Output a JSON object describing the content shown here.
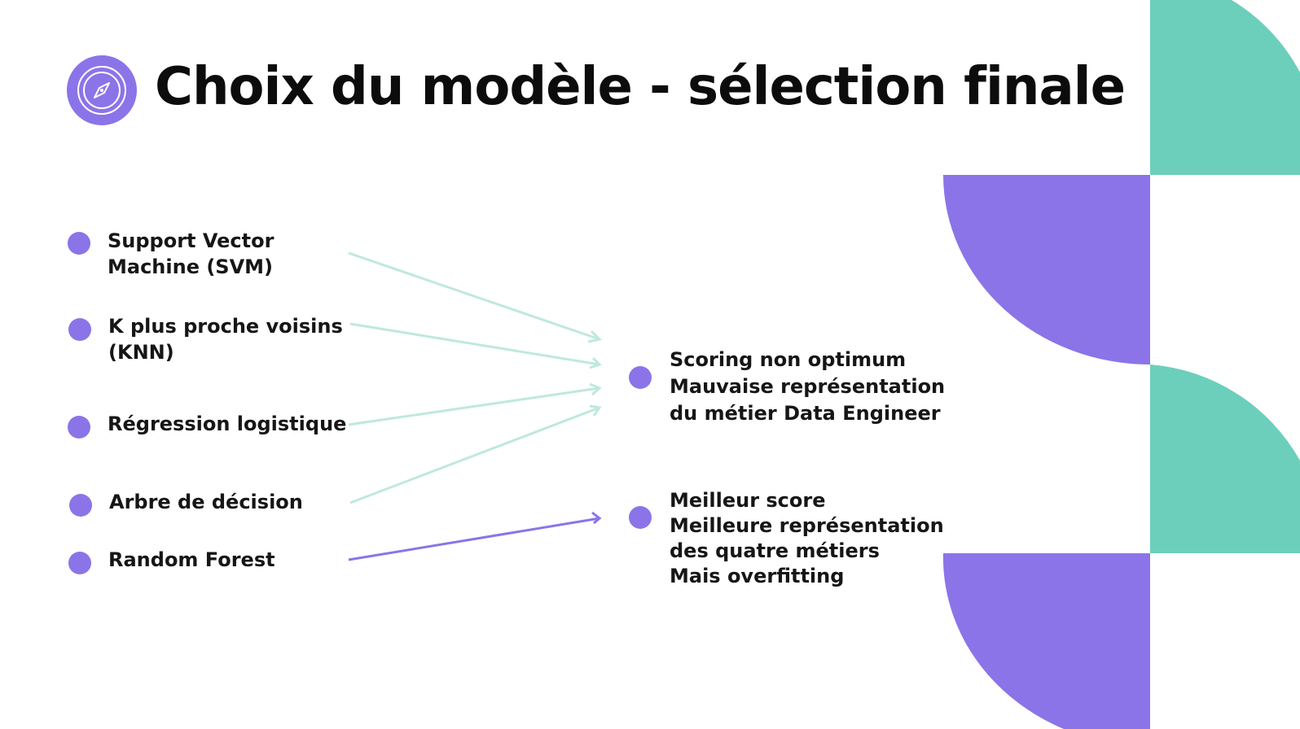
{
  "slide": {
    "title": "Choix du modèle - sélection finale",
    "logo_icon": "compass-icon"
  },
  "models": [
    {
      "lines": [
        "Support Vector",
        "Machine (SVM)"
      ],
      "target": "r1"
    },
    {
      "lines": [
        "K plus proche voisins",
        "(KNN)"
      ],
      "target": "r1"
    },
    {
      "lines": [
        "Régression logistique"
      ],
      "target": "r1"
    },
    {
      "lines": [
        "Arbre de décision"
      ],
      "target": "r1"
    },
    {
      "lines": [
        "Random Forest"
      ],
      "target": "r2"
    }
  ],
  "results": [
    {
      "id": "r1",
      "lines": [
        "Scoring non optimum",
        "Mauvaise représentation",
        "du métier Data Engineer"
      ]
    },
    {
      "id": "r2",
      "lines": [
        "Meilleur score",
        "Meilleure représentation",
        "des quatre métiers",
        "Mais overfitting"
      ]
    }
  ],
  "colors": {
    "accent_purple": "#8b74e8",
    "accent_teal": "#6ccfbb",
    "arrow_light": "#bfe8de",
    "arrow_strong": "#8b74e8"
  }
}
